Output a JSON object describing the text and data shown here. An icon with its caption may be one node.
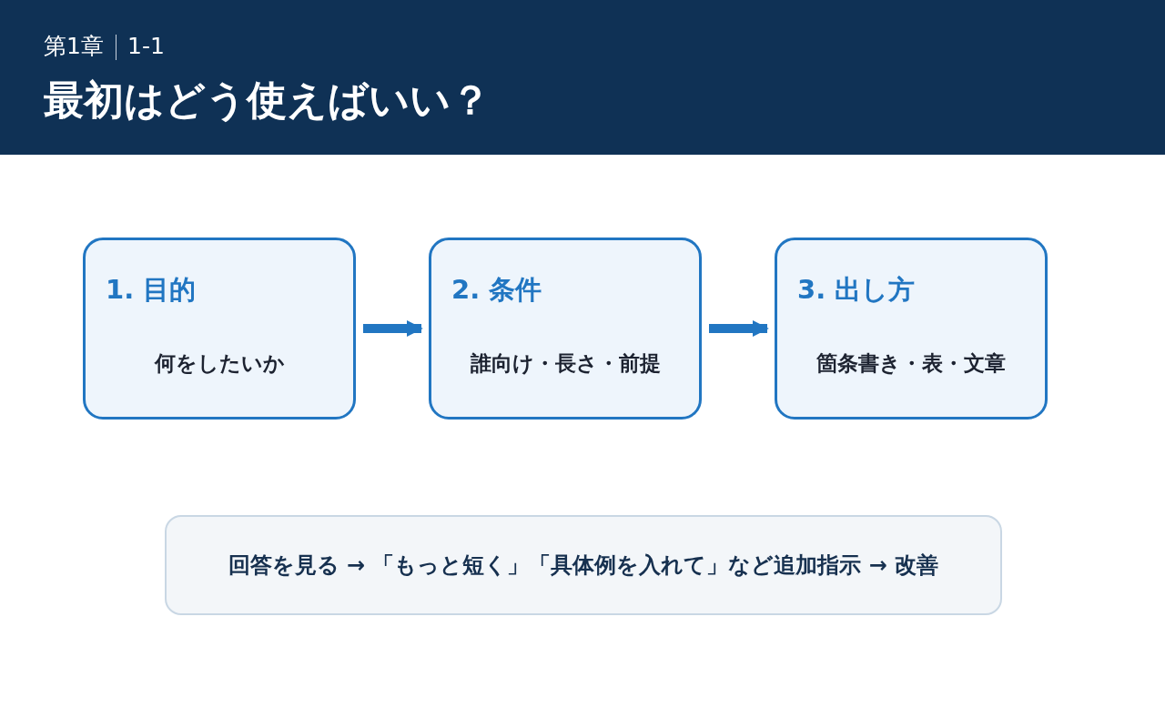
{
  "diagram": {
    "title": "最初はどう使えばいい？",
    "nodes": [
      {
        "text": [
          "1. 目的",
          "何をしたいか"
        ]
      },
      {
        "text": [
          "2. 条件",
          "誰向け・長さ・前提"
        ]
      },
      {
        "text": [
          "3. 出し方",
          "箇条書き・表・文章"
        ]
      },
      {
        "text": [
          "回答を見る → 「もっと短く」「具体例を入れて」など追加指示 → 改善"
        ]
      }
    ],
    "edges": [
      {
        "from": 0,
        "to": 1,
        "arrow": "to"
      },
      {
        "from": 1,
        "to": 2,
        "arrow": "to"
      }
    ],
    "labels": [
      "第1章",
      "1-1"
    ]
  }
}
